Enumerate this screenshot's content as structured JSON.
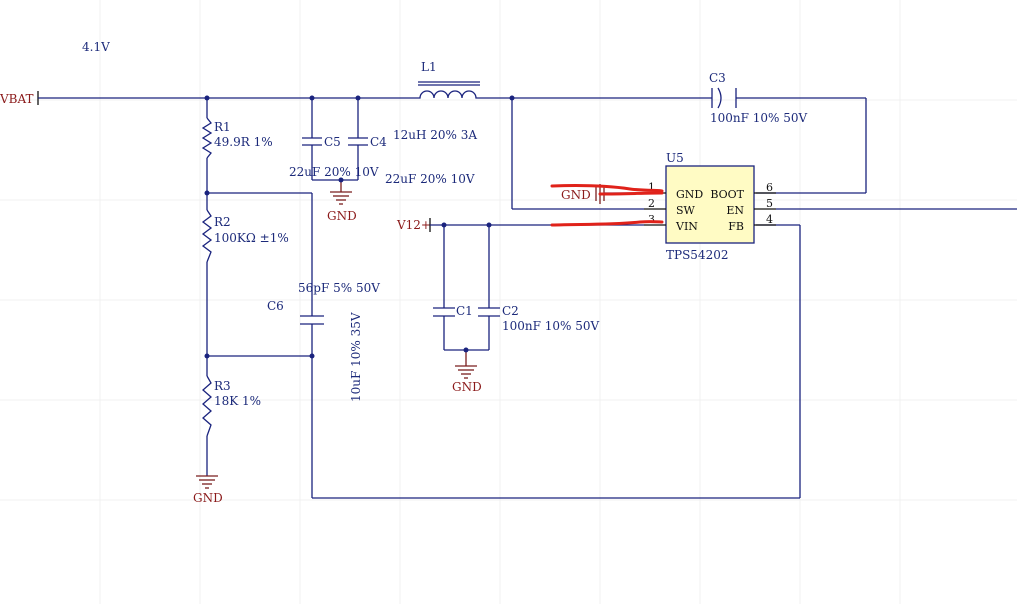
{
  "ports": {
    "vbat": "VBAT",
    "v12": "V12+"
  },
  "annotations": {
    "voltage": "4.1V"
  },
  "components": {
    "l1": {
      "ref": "L1",
      "value": "12uH 20% 3A"
    },
    "c3": {
      "ref": "C3",
      "value": "100nF 10% 50V"
    },
    "c4": {
      "ref": "C4",
      "value": "22uF 20% 10V"
    },
    "c5": {
      "ref": "C5",
      "value": "22uF 20% 10V"
    },
    "r1": {
      "ref": "R1",
      "value": "49.9R 1%"
    },
    "r2": {
      "ref": "R2",
      "value": "100KΩ ±1%"
    },
    "r3": {
      "ref": "R3",
      "value": "18K 1%"
    },
    "c6": {
      "ref": "C6",
      "value": "56pF 5% 50V"
    },
    "c6b": {
      "value": "10uF 10% 35V"
    },
    "c1": {
      "ref": "C1"
    },
    "c2": {
      "ref": "C2",
      "value": "100nF 10% 50V"
    },
    "u5": {
      "ref": "U5",
      "part": "TPS54202",
      "pins_left": [
        {
          "num": "1",
          "name": "GND"
        },
        {
          "num": "2",
          "name": "SW"
        },
        {
          "num": "3",
          "name": "VIN"
        }
      ],
      "pins_right": [
        {
          "num": "6",
          "name": "BOOT"
        },
        {
          "num": "5",
          "name": "EN"
        },
        {
          "num": "4",
          "name": "FB"
        }
      ]
    }
  },
  "power": {
    "gnd_label": "GND",
    "gnd_pin_label": "GND"
  },
  "colors": {
    "wire": "#1a237e",
    "label": "#1c2a7a",
    "power_label": "#8b1a1a",
    "ic_fill": "#fffbc4",
    "highlight": "#e0221a",
    "junction": "#1a237e"
  }
}
